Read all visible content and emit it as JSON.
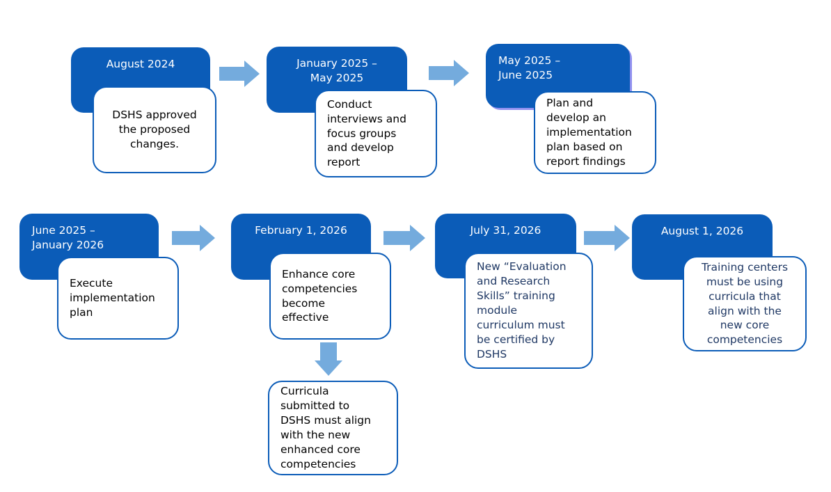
{
  "diagram": {
    "type": "timeline-flowchart",
    "colors": {
      "box_blue": "#0b5cb8",
      "arrow_blue": "#74abdd",
      "navy_text": "#1f3864",
      "purple_shadow": "#9191ef",
      "desc_text": "#000000",
      "date_text": "#ffffff",
      "background": "#ffffff"
    },
    "icons": {
      "right_arrow": "right-block-arrow",
      "down_arrow": "down-block-arrow"
    },
    "groups": [
      {
        "date": "August 2024",
        "desc": "DSHS approved\nthe proposed\nchanges."
      },
      {
        "date": "January 2025 –\nMay 2025",
        "desc": "Conduct\ninterviews and\nfocus groups\nand develop\nreport"
      },
      {
        "date": "May 2025 –\nJune 2025",
        "desc": "Plan and\ndevelop an\nimplementation\nplan based on\nreport findings"
      },
      {
        "date": "June 2025 –\nJanuary 2026",
        "desc": "Execute\nimplementation\nplan"
      },
      {
        "date": "February 1, 2026",
        "desc": "Enhance core\ncompetencies\nbecome\neffective"
      },
      {
        "date": "July 31, 2026",
        "desc": "New “Evaluation\nand Research\nSkills” training\nmodule\ncurriculum must\nbe certified by\nDSHS"
      },
      {
        "date": "August 1, 2026",
        "desc": "Training centers\nmust be using\ncurricula that\nalign with the\nnew core\ncompetencies"
      },
      {
        "date": "",
        "desc": "Curricula\nsubmitted to\nDSHS must align\nwith the new\nenhanced core\ncompetencies"
      }
    ]
  }
}
